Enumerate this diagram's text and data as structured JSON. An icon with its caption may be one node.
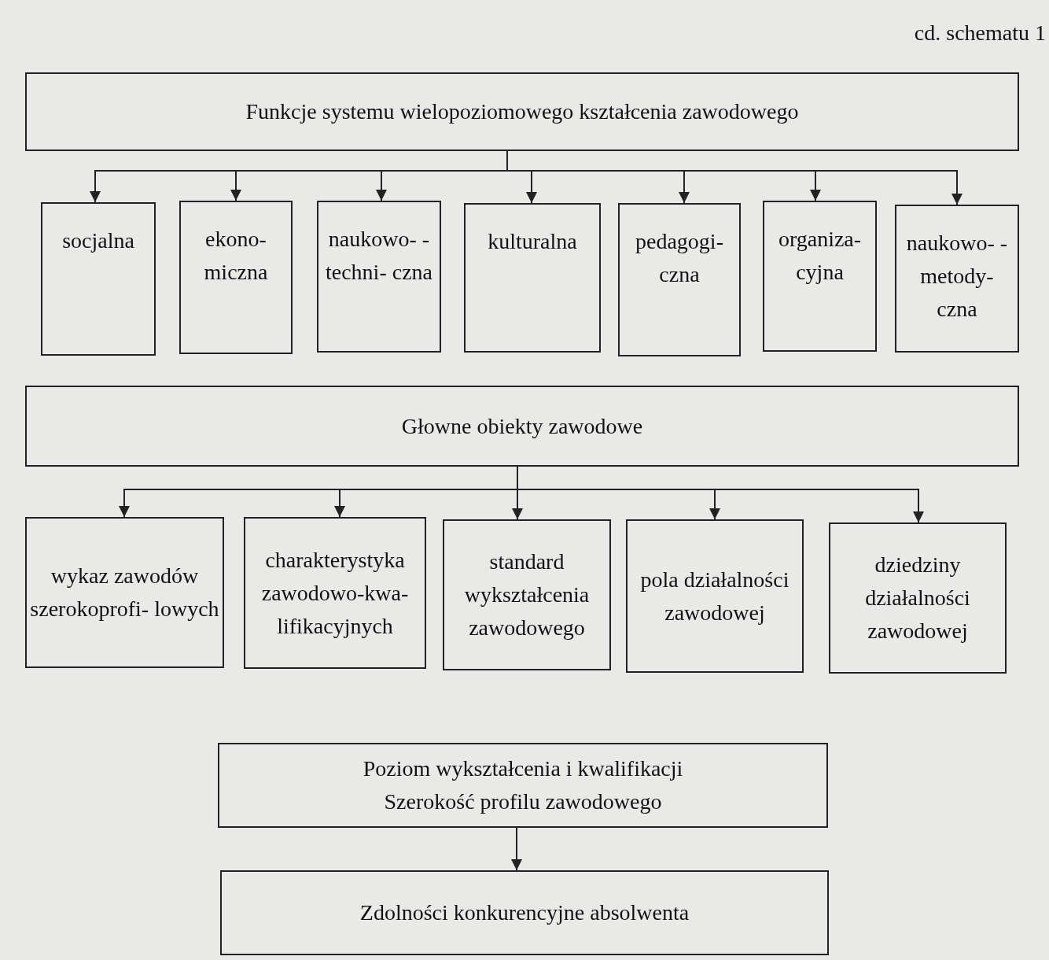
{
  "diagram": {
    "nodes": [
      {
        "text": [
          "Funkcje systemu wielopoziomowego kształcenia zawodowego"
        ]
      },
      {
        "text": [
          "socjalna"
        ]
      },
      {
        "text": [
          "ekono- miczna"
        ]
      },
      {
        "text": [
          "naukowo- -techni- czna"
        ]
      },
      {
        "text": [
          "kulturalna"
        ]
      },
      {
        "text": [
          "pedagogi- czna"
        ]
      },
      {
        "text": [
          "organiza- cyjna"
        ]
      },
      {
        "text": [
          "naukowo- -metody- czna"
        ]
      },
      {
        "text": [
          "Głowne obiekty zawodowe"
        ]
      },
      {
        "text": [
          "wykaz zawodów szerokoprofi- lowych"
        ]
      },
      {
        "text": [
          "charakterystyka zawodowo-kwa- lifikacyjnych"
        ]
      },
      {
        "text": [
          "standard wykształcenia zawodowego"
        ]
      },
      {
        "text": [
          "pola działalności zawodowej"
        ]
      },
      {
        "text": [
          "dziedziny działalności zawodowej"
        ]
      },
      {
        "text": [
          "Poziom wykształcenia i kwalifikacji",
          "Szerokość profilu zawodowego"
        ]
      },
      {
        "text": [
          "Zdolności konkurencyjne absolwenta"
        ]
      }
    ],
    "edges": [
      {
        "from": 0,
        "to": 1,
        "arrow": "to"
      },
      {
        "from": 0,
        "to": 2,
        "arrow": "to"
      },
      {
        "from": 0,
        "to": 3,
        "arrow": "to"
      },
      {
        "from": 0,
        "to": 4,
        "arrow": "to"
      },
      {
        "from": 0,
        "to": 5,
        "arrow": "to"
      },
      {
        "from": 0,
        "to": 6,
        "arrow": "to"
      },
      {
        "from": 0,
        "to": 7,
        "arrow": "to"
      },
      {
        "from": 8,
        "to": 9,
        "arrow": "to"
      },
      {
        "from": 8,
        "to": 10,
        "arrow": "to"
      },
      {
        "from": 8,
        "to": 11,
        "arrow": "to"
      },
      {
        "from": 8,
        "to": 12,
        "arrow": "to"
      },
      {
        "from": 8,
        "to": 13,
        "arrow": "to"
      },
      {
        "from": 14,
        "to": 15,
        "arrow": "to"
      }
    ],
    "labels": [
      "cd. schematu 1"
    ]
  }
}
